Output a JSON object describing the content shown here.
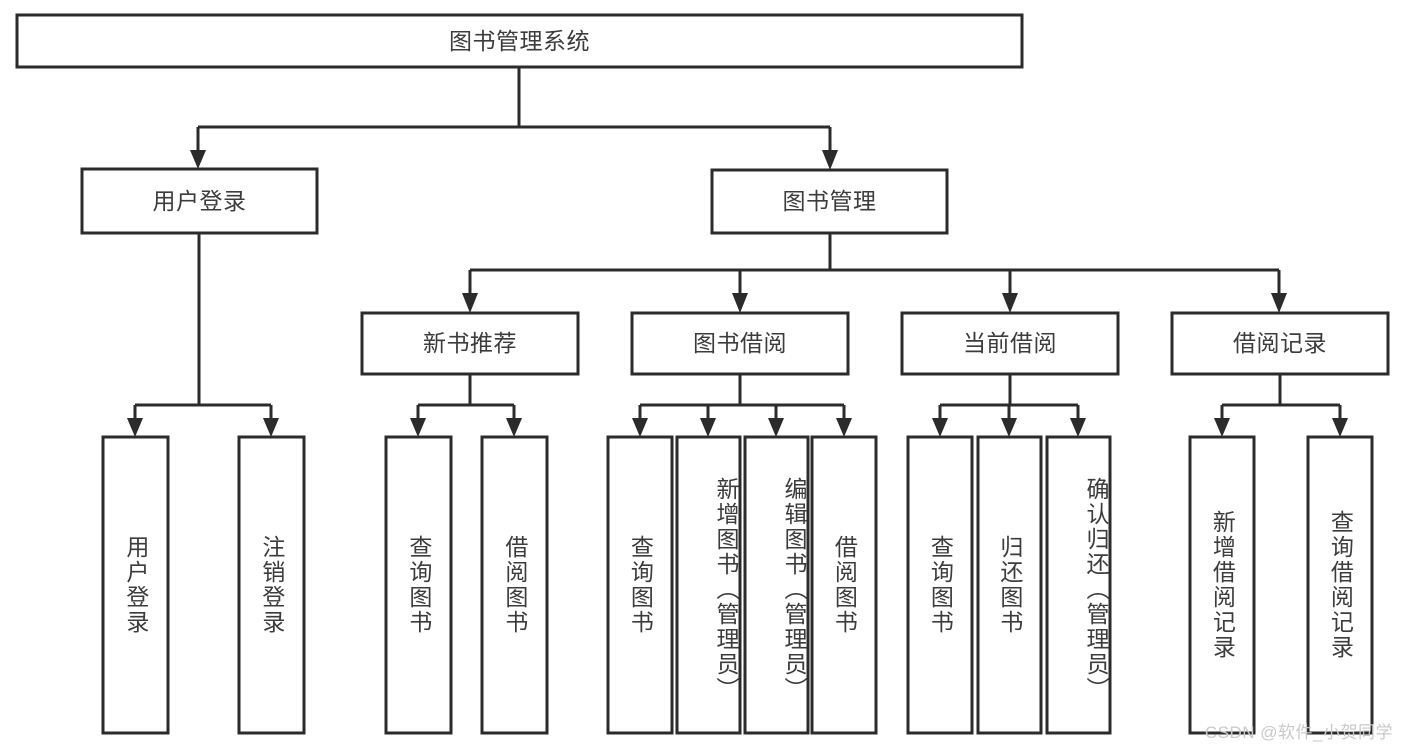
{
  "diagram": {
    "title": "图书管理系统",
    "type": "hierarchy-tree",
    "colors": {
      "box_stroke": "#2b2b2b",
      "box_fill": "#ffffff",
      "text": "#3c3c3c",
      "connector": "#2b2b2b",
      "watermark": "#c9c9c9",
      "background": "#ffffff"
    },
    "root": {
      "label": "图书管理系统"
    },
    "level2": [
      {
        "label": "用户登录"
      },
      {
        "label": "图书管理"
      }
    ],
    "level3": [
      {
        "label": "新书推荐"
      },
      {
        "label": "图书借阅"
      },
      {
        "label": "当前借阅"
      },
      {
        "label": "借阅记录"
      }
    ],
    "leaves": {
      "user_login": [
        {
          "label": "用户登录"
        },
        {
          "label": "注销登录"
        }
      ],
      "new_book_recommend": [
        {
          "label": "查询图书"
        },
        {
          "label": "借阅图书"
        }
      ],
      "book_borrow": [
        {
          "label": "查询图书"
        },
        {
          "label": "新增图书（管理员）"
        },
        {
          "label": "编辑图书（管理员）"
        },
        {
          "label": "借阅图书"
        }
      ],
      "current_borrow": [
        {
          "label": "查询图书"
        },
        {
          "label": "归还图书"
        },
        {
          "label": "确认归还（管理员）"
        }
      ],
      "borrow_record": [
        {
          "label": "新增借阅记录"
        },
        {
          "label": "查询借阅记录"
        }
      ]
    }
  },
  "watermark": {
    "text": "CSDN @软件_小贺同学"
  }
}
